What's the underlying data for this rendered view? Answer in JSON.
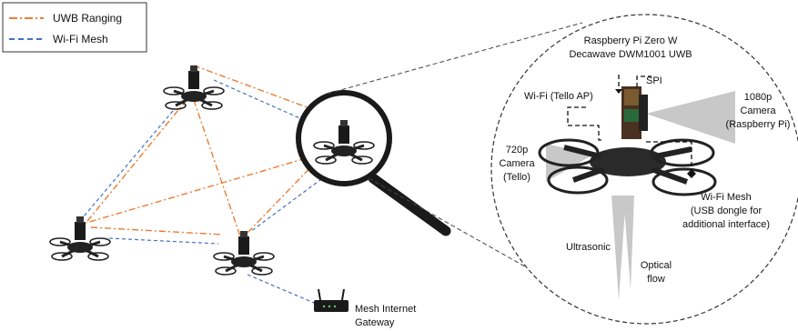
{
  "legend": {
    "items": [
      {
        "label": "UWB Ranging",
        "color": "#e97d34",
        "style": "dash-dot"
      },
      {
        "label": "Wi-Fi Mesh",
        "color": "#4472c4",
        "style": "dashed"
      }
    ]
  },
  "gateway": {
    "line1": "Mesh Internet",
    "line2": "Gateway"
  },
  "callouts": {
    "hardware_line1": "Raspberry Pi Zero W",
    "hardware_line2": "Decawave DWM1001 UWB",
    "spi": "SPI",
    "wifi_tello_ap": "Wi-Fi (Tello AP)",
    "cam_rpi": [
      "1080p",
      "Camera",
      "(Raspberry Pi)"
    ],
    "cam_tello": [
      "720p",
      "Camera",
      "(Tello)"
    ],
    "wifi_mesh": [
      "Wi-Fi Mesh",
      "(USB dongle for",
      "additional interface)"
    ],
    "ultrasonic": "Ultrasonic",
    "optical": [
      "Optical",
      "flow"
    ]
  },
  "colors": {
    "uwb": "#e97d34",
    "mesh": "#4472c4",
    "beam": "#c8c8c8"
  }
}
